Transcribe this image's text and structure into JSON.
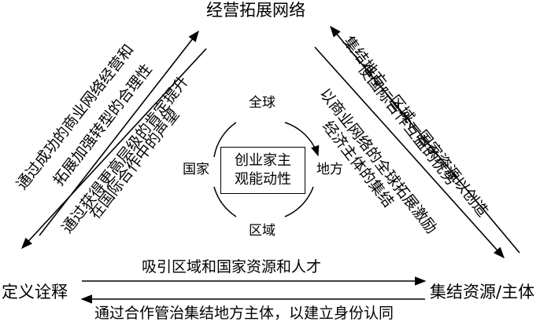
{
  "nodes": {
    "top": "经营拓展网络",
    "left": "定义诠释",
    "right": "集结资源/主体"
  },
  "edges": {
    "left_outer_1": "通过成功的商业网络经营和",
    "left_outer_2": "拓展加强转型的合理性",
    "left_inner_1": "通过获得更高层级的肯定提升",
    "left_inner_2": "在国际合作中的声望",
    "right_outer_1": "集结地方、区域、国家资源以创造",
    "right_outer_2": "使国际合作互益的优势",
    "right_inner_1": "以商业网络的全球拓展激励",
    "right_inner_2": "经济主体的集结",
    "bottom_top": "吸引区域和国家资源和人才",
    "bottom_bottom": "通过合作管治集结地方主体，以建立身份认同"
  },
  "center": {
    "line1": "创业家主",
    "line2": "观能动性",
    "top": "全球",
    "right": "地方",
    "bottom": "区域",
    "left": "国家"
  }
}
